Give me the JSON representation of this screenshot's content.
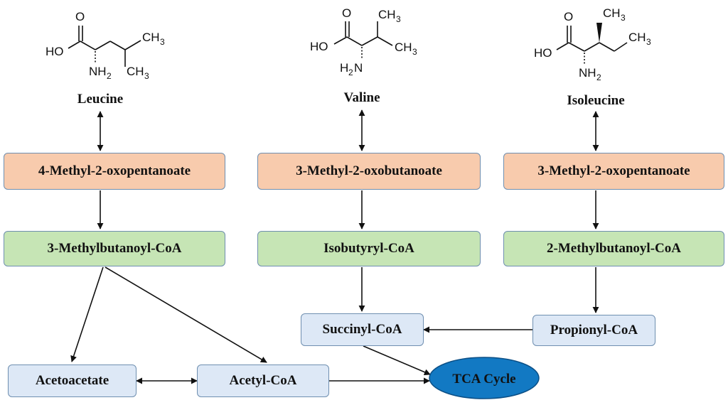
{
  "amino_acids": {
    "leucine": {
      "name": "Leucine",
      "atoms": {
        "oxygen": "O",
        "hydroxyl": "HO",
        "amine": "NH",
        "amine_sub": "2",
        "methyl_a": "CH",
        "methyl_a_sub": "3",
        "methyl_b": "CH",
        "methyl_b_sub": "3"
      }
    },
    "valine": {
      "name": "Valine",
      "atoms": {
        "oxygen": "O",
        "hydroxyl": "HO",
        "amine_h": "H",
        "amine_sub": "2",
        "amine_n": "N",
        "methyl_a": "CH",
        "methyl_a_sub": "3",
        "methyl_b": "CH",
        "methyl_b_sub": "3"
      }
    },
    "isoleucine": {
      "name": "Isoleucine",
      "atoms": {
        "oxygen": "O",
        "hydroxyl": "HO",
        "amine": "NH",
        "amine_sub": "2",
        "methyl_a": "CH",
        "methyl_a_sub": "3",
        "methyl_b": "CH",
        "methyl_b_sub": "3"
      }
    }
  },
  "keto_acids": {
    "leucine_keto": "4-Methyl-2-oxopentanoate",
    "valine_keto": "3-Methyl-2-oxobutanoate",
    "isoleucine_keto": "3-Methyl-2-oxopentanoate"
  },
  "acyl_coas": {
    "leucine_acyl": "3-Methylbutanoyl-CoA",
    "valine_acyl": "Isobutyryl-CoA",
    "isoleucine_acyl": "2-Methylbutanoyl-CoA"
  },
  "products": {
    "succinyl": "Succinyl-CoA",
    "propionyl": "Propionyl-CoA",
    "acetoacetate": "Acetoacetate",
    "acetyl": "Acetyl-CoA",
    "tca": "TCA Cycle"
  },
  "colors": {
    "keto_fill": "#f8cbad",
    "acyl_fill": "#c6e5b5",
    "product_fill": "#dde8f6",
    "box_border": "#6f8fb0",
    "tca_fill": "#1279c3",
    "tca_border": "#0b4f86",
    "arrow": "#111111"
  }
}
